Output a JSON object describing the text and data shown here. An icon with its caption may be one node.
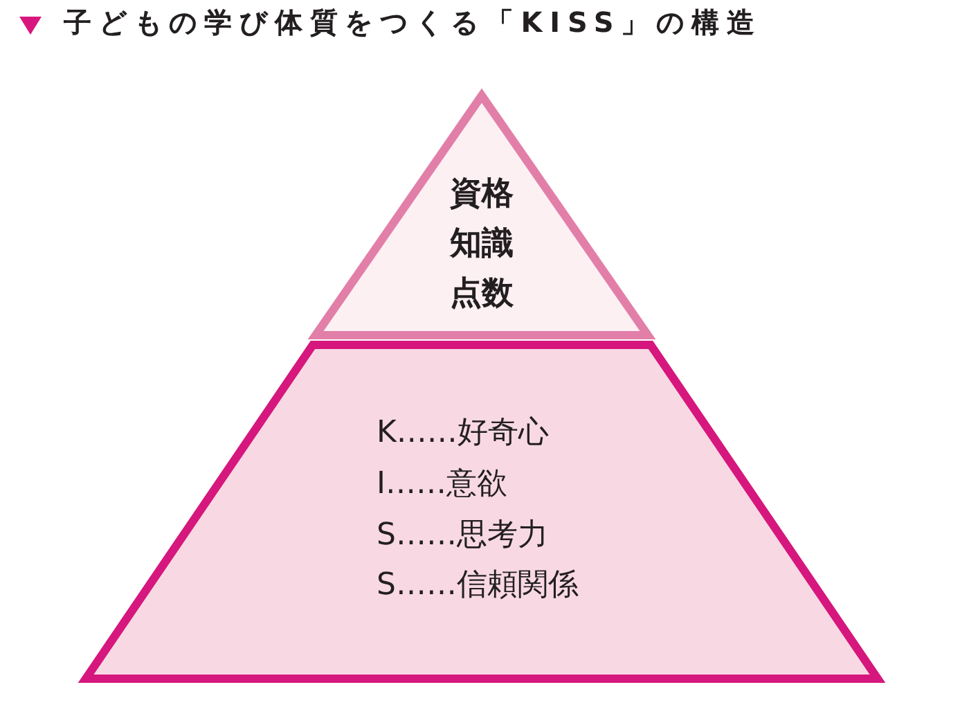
{
  "diagram": {
    "title": "子どもの学び体質をつくる「KISS」の構造",
    "nodes": [
      {
        "text": [
          "資格",
          "知識",
          "点数"
        ]
      },
      {
        "text": [
          "K……好奇心",
          "I……意欲",
          "S……思考力",
          "S……信頼関係"
        ]
      }
    ]
  }
}
